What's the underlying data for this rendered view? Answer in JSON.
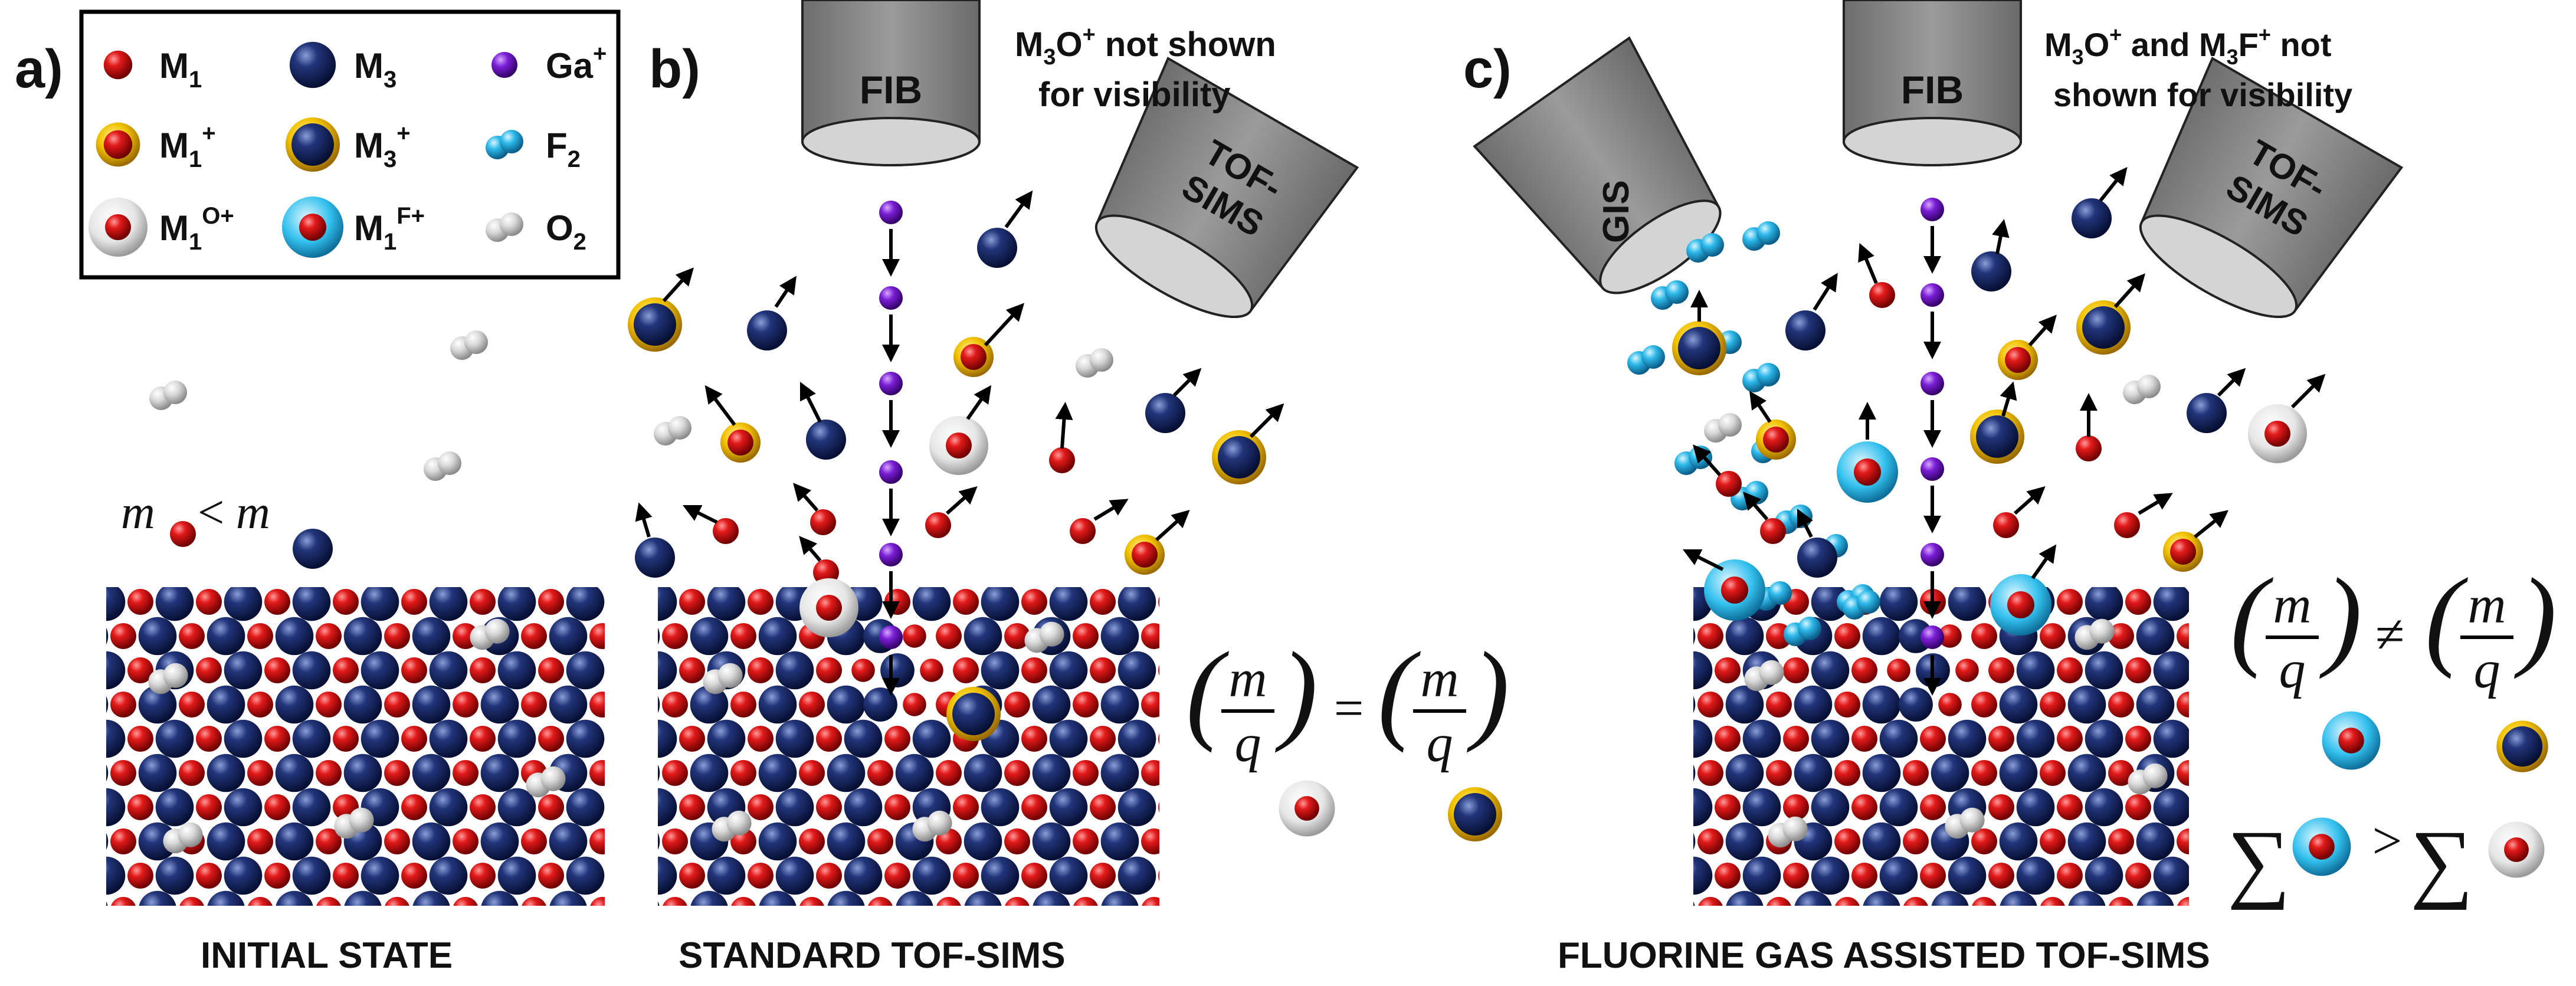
{
  "colors": {
    "metal1": "#d81010",
    "metal3": "#1a2d6b",
    "gallium": "#7a1fd6",
    "fluorine": "#28b4e6",
    "oxygen": "#cfcfcf",
    "gold_ring": "#f2c200",
    "instrument": "#8a8a8a"
  },
  "panels": {
    "a": {
      "letter": "a)",
      "caption": "INITIAL STATE",
      "mass_relation": {
        "left": "m",
        "op": "<",
        "right": "m"
      }
    },
    "b": {
      "letter": "b)",
      "caption": "STANDARD TOF-SIMS",
      "fib_label": "FIB",
      "tof_label_1": "TOF-",
      "tof_label_2": "SIMS",
      "note_1": "M",
      "note_1_sub": "3",
      "note_1_rest": "O",
      "note_1_sup": "+",
      "note_1_tail": " not shown",
      "note_2": "for visibility",
      "equation_op": "="
    },
    "c": {
      "letter": "c)",
      "caption": "FLUORINE GAS ASSISTED TOF-SIMS",
      "fib_label": "FIB",
      "gis_label": "GIS",
      "tof_label_1": "TOF-",
      "tof_label_2": "SIMS",
      "note_1_a": "M",
      "note_1_a_sub": "3",
      "note_1_a_rest": "O",
      "note_1_a_sup": "+",
      "note_1_mid": " and M",
      "note_1_b_sub": "3",
      "note_1_b_rest": "F",
      "note_1_b_sup": "+",
      "note_1_tail": " not",
      "note_2": "shown for visibility",
      "equation_op": "≠",
      "sum_symbol": "∑",
      "sum_op": ">"
    }
  },
  "fraction": {
    "num": "m",
    "den": "q",
    "open": "(",
    "close": ")"
  },
  "legend": [
    {
      "id": "m1",
      "base": "M",
      "sub": "1",
      "sup": ""
    },
    {
      "id": "m3",
      "base": "M",
      "sub": "3",
      "sup": ""
    },
    {
      "id": "ga",
      "base": "Ga",
      "sub": "",
      "sup": "+"
    },
    {
      "id": "m1ion",
      "base": "M",
      "sub": "1",
      "sup": "+"
    },
    {
      "id": "m3ion",
      "base": "M",
      "sub": "3",
      "sup": "+"
    },
    {
      "id": "f2",
      "base": "F",
      "sub": "2",
      "sup": ""
    },
    {
      "id": "m1o",
      "base": "M",
      "sub": "1",
      "sup": "O+"
    },
    {
      "id": "m1f",
      "base": "M",
      "sub": "1",
      "sup": "F+"
    },
    {
      "id": "o2",
      "base": "O",
      "sub": "2",
      "sup": ""
    }
  ]
}
